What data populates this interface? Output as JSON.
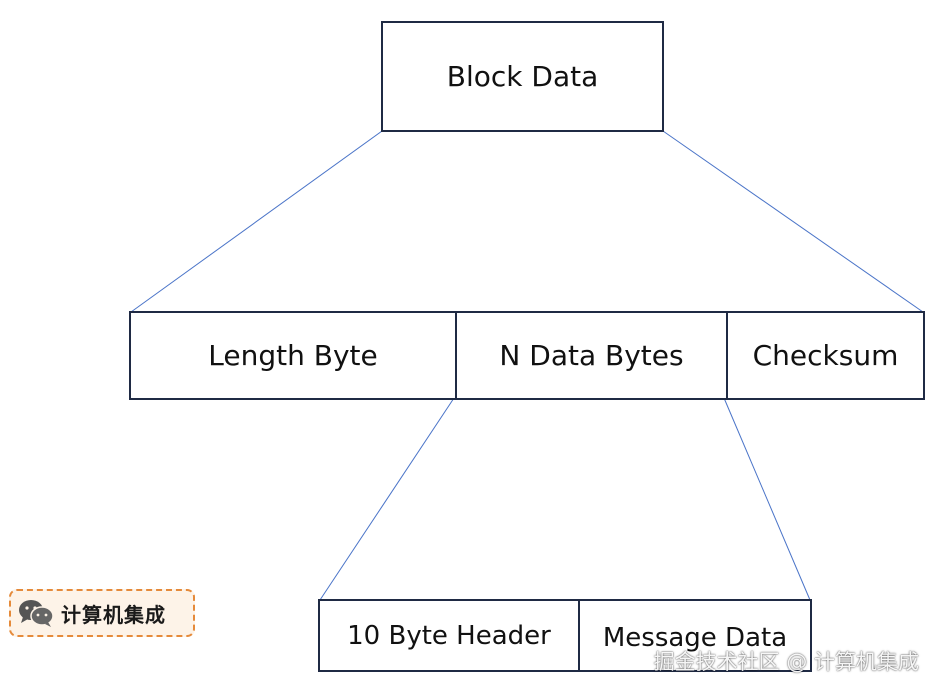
{
  "diagram": {
    "root": {
      "label": "Block Data"
    },
    "level1": [
      {
        "label": "Length Byte"
      },
      {
        "label": "N Data Bytes"
      },
      {
        "label": "Checksum"
      }
    ],
    "level2": [
      {
        "label": "10 Byte Header"
      },
      {
        "label": "Message Data"
      }
    ],
    "line_color": "#4a74c8",
    "box_border_color": "#1f2a44"
  },
  "badge": {
    "icon": "wechat-icon",
    "text": "计算机集成",
    "border_color": "#e58a3a"
  },
  "watermark": {
    "text": "掘金技术社区 @ 计算机集成"
  }
}
